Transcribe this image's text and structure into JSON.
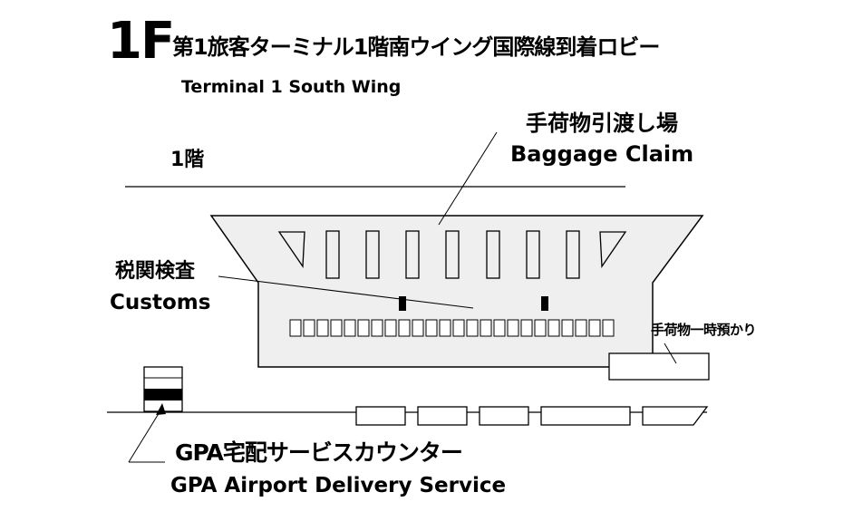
{
  "header": {
    "floor": "1F",
    "title_jp": "第1旅客ターミナル1階南ウイング国際線到着ロビー",
    "title_en": "Terminal 1 South Wing"
  },
  "level_label": "1階",
  "baggage_claim": {
    "jp": "手荷物引渡し場",
    "en": "Baggage Claim"
  },
  "customs": {
    "jp": "税関検査",
    "en": "Customs"
  },
  "baggage_storage": "手荷物一時預かり",
  "gpa": {
    "jp": "GPA宅配サービスカウンター",
    "en": "GPA Airport Delivery Service"
  },
  "colors": {
    "hall_fill": "#efefef",
    "line": "#000000",
    "background": "#ffffff"
  }
}
